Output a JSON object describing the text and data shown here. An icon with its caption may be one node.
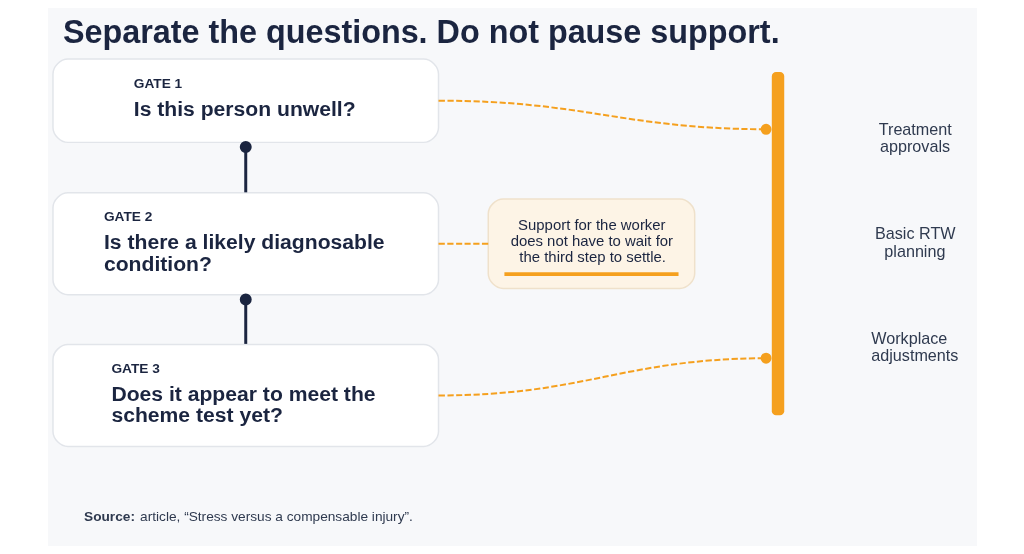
{
  "diagram": {
    "title": "Separate the questions. Do not pause support.",
    "nodes": [
      {
        "text": [
          "GATE 1",
          "Is this person unwell?"
        ]
      },
      {
        "text": [
          "GATE 2",
          "Is there a likely diagnosable condition?"
        ]
      },
      {
        "text": [
          "GATE 3",
          "Does it appear to meet the scheme test yet?"
        ]
      },
      {
        "text": [],
        "shape": "bar"
      },
      {
        "text": [
          "Support for the worker does not have to wait for the third step to settle."
        ]
      }
    ],
    "edges": [
      {
        "from": 0,
        "to": 1,
        "arrow": "other",
        "color": "#1b2540"
      },
      {
        "from": 1,
        "to": 2,
        "arrow": "other",
        "color": "#1b2540"
      },
      {
        "from": 0,
        "to": 3,
        "arrow": "other",
        "style": "dashed"
      },
      {
        "from": 1,
        "to": 4,
        "arrow": "none",
        "style": "dashed"
      },
      {
        "from": 2,
        "to": 3,
        "arrow": "other",
        "style": "dashed"
      }
    ],
    "labels": [
      "Treatment approvals",
      "Basic RTW planning",
      "Workplace adjustments",
      "**Source:** article, “Stress versus a compensable injury”."
    ]
  }
}
